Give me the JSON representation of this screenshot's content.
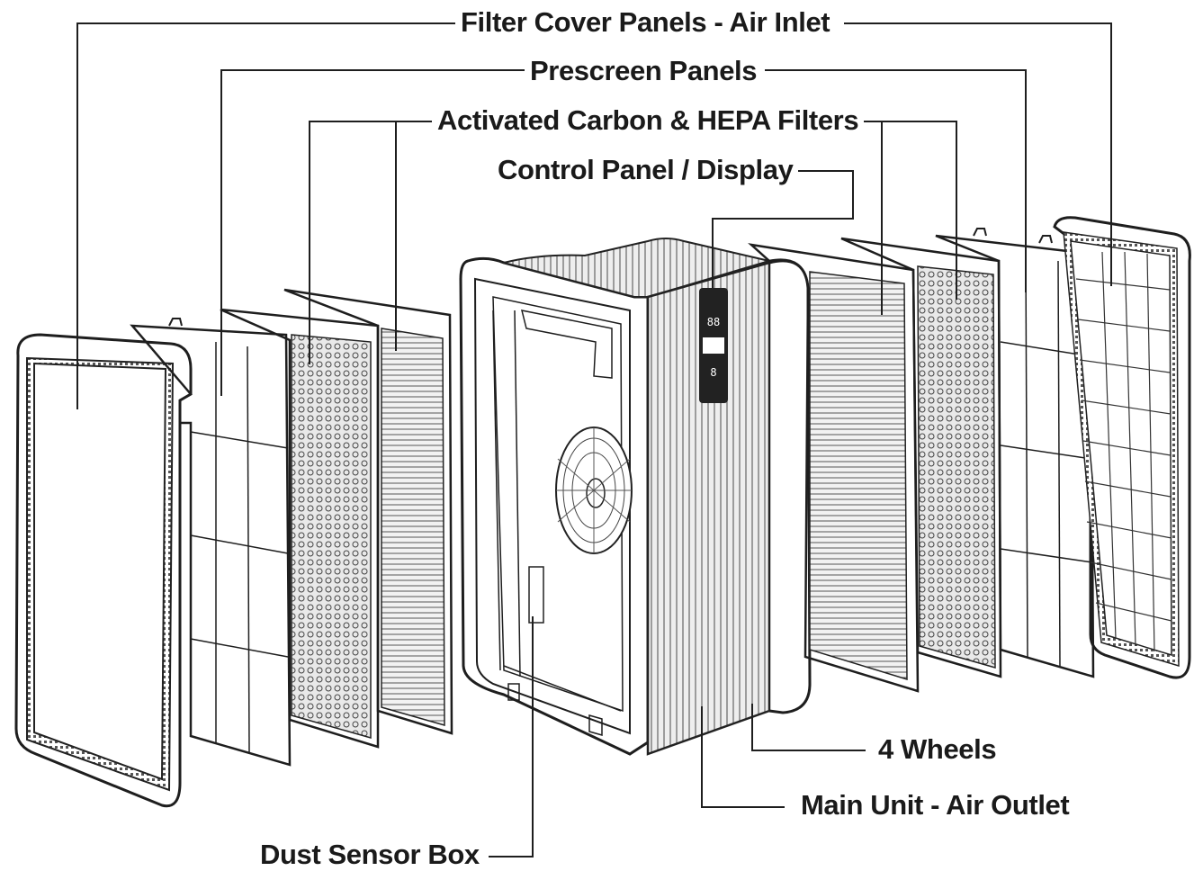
{
  "labels": {
    "filter_cover": "Filter Cover Panels - Air Inlet",
    "prescreen": "Prescreen Panels",
    "carbon_hepa": "Activated Carbon & HEPA Filters",
    "control_panel": "Control Panel / Display",
    "wheels": "4 Wheels",
    "main_unit": "Main Unit - Air Outlet",
    "dust_sensor": "Dust Sensor Box"
  },
  "colors": {
    "line": "#1e1e1e",
    "background": "#ffffff",
    "text": "#1a1a1a"
  }
}
